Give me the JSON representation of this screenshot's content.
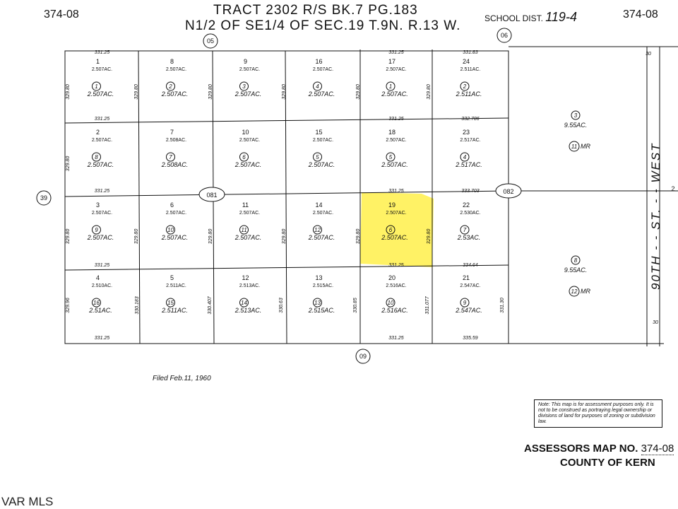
{
  "header": {
    "corner_left": "374-08",
    "corner_right": "374-08",
    "line1": "TRACT 2302 R/S BK.7 PG.183",
    "line2": "N1/2 OF SE1/4 OF SEC.19 T.9N. R.13 W.",
    "school_label": "SCHOOL DIST.",
    "school_value": "119-4"
  },
  "adjacent_refs": {
    "top_05": "05",
    "top_06": "06",
    "left_39": "39",
    "bottom_09": "09",
    "right_2": "2"
  },
  "map_refs": {
    "left": "081",
    "right": "082"
  },
  "street": "90TH - - ST. - - WEST",
  "grid": {
    "rows": [
      [
        {
          "lot": "1",
          "ac": "2.507AC.",
          "parcel": "1",
          "pac": "2.507AC."
        },
        {
          "lot": "8",
          "ac": "2.507AC.",
          "parcel": "2",
          "pac": "2.507AC."
        },
        {
          "lot": "9",
          "ac": "2.507AC.",
          "parcel": "3",
          "pac": "2.507AC."
        },
        {
          "lot": "16",
          "ac": "2.507AC.",
          "parcel": "4",
          "pac": "2.507AC."
        },
        {
          "lot": "17",
          "ac": "2.507AC.",
          "parcel": "1",
          "pac": "2.507AC."
        },
        {
          "lot": "24",
          "ac": "2.511AC.",
          "parcel": "2",
          "pac": "2.511AC."
        }
      ],
      [
        {
          "lot": "2",
          "ac": "2.507AC.",
          "parcel": "8",
          "pac": "2.507AC."
        },
        {
          "lot": "7",
          "ac": "2.508AC.",
          "parcel": "7",
          "pac": "2.508AC."
        },
        {
          "lot": "10",
          "ac": "2.507AC.",
          "parcel": "6",
          "pac": "2.507AC."
        },
        {
          "lot": "15",
          "ac": "2.507AC.",
          "parcel": "5",
          "pac": "2.507AC."
        },
        {
          "lot": "18",
          "ac": "2.507AC.",
          "parcel": "5",
          "pac": "2.507AC."
        },
        {
          "lot": "23",
          "ac": "2.517AC.",
          "parcel": "4",
          "pac": "2.517AC."
        }
      ],
      [
        {
          "lot": "3",
          "ac": "2.507AC.",
          "parcel": "9",
          "pac": "2.507AC."
        },
        {
          "lot": "6",
          "ac": "2.507AC.",
          "parcel": "10",
          "pac": "2.507AC."
        },
        {
          "lot": "11",
          "ac": "2.507AC.",
          "parcel": "11",
          "pac": "2.507AC."
        },
        {
          "lot": "14",
          "ac": "2.507AC.",
          "parcel": "12",
          "pac": "2.507AC."
        },
        {
          "lot": "19",
          "ac": "2.507AC.",
          "parcel": "6",
          "pac": "2.507AC."
        },
        {
          "lot": "22",
          "ac": "2.530AC.",
          "parcel": "7",
          "pac": "2.53AC."
        }
      ],
      [
        {
          "lot": "4",
          "ac": "2.510AC.",
          "parcel": "16",
          "pac": "2.51AC."
        },
        {
          "lot": "5",
          "ac": "2.511AC.",
          "parcel": "15",
          "pac": "2.511AC."
        },
        {
          "lot": "12",
          "ac": "2.513AC.",
          "parcel": "14",
          "pac": "2.513AC."
        },
        {
          "lot": "13",
          "ac": "2.515AC.",
          "parcel": "13",
          "pac": "2.515AC."
        },
        {
          "lot": "20",
          "ac": "2.516AC.",
          "parcel": "10",
          "pac": "2.516AC."
        },
        {
          "lot": "21",
          "ac": "2.547AC.",
          "parcel": "9",
          "pac": "2.547AC."
        }
      ]
    ],
    "highlight": {
      "row": 2,
      "col": 4,
      "color": "#fff04a"
    }
  },
  "dims": {
    "top": [
      "331.25",
      "331.25",
      "331.83"
    ],
    "row1_bottom": [
      "331.25",
      "331.25",
      "332.786"
    ],
    "row2_bottom": [
      "331.25",
      "331.25",
      "333.703"
    ],
    "row3_bottom": [
      "331.25",
      "331.25",
      "334.64"
    ],
    "row4_bottom": [
      "331.25",
      "331.25",
      "335.59"
    ],
    "vert_upper": [
      "329.80",
      "329.80",
      "329.80",
      "329.80",
      "329.80",
      "329.80"
    ],
    "vert_lower": [
      "329.96",
      "330.183",
      "330.407",
      "330.63",
      "330.85",
      "331.077",
      "331.30"
    ],
    "right_30": "30"
  },
  "large_parcels": [
    {
      "parcel": "3",
      "ac": "9.55AC.",
      "mr": "11",
      "mr_label": "MR"
    },
    {
      "parcel": "8",
      "ac": "9.55AC.",
      "mr": "12",
      "mr_label": "MR"
    }
  ],
  "filed": "Filed Feb.11, 1960",
  "note": "Note: This map is for assessment purposes only. It is not to be construed as portraying legal ownership or divisions of land for purposes of zoning or subdivision law.",
  "assessor": {
    "label": "ASSESSORS MAP NO.",
    "value": "374-08",
    "county": "COUNTY OF KERN"
  },
  "watermark": "VAR MLS",
  "colors": {
    "highlight": "#fff04a",
    "ink": "#111111"
  }
}
